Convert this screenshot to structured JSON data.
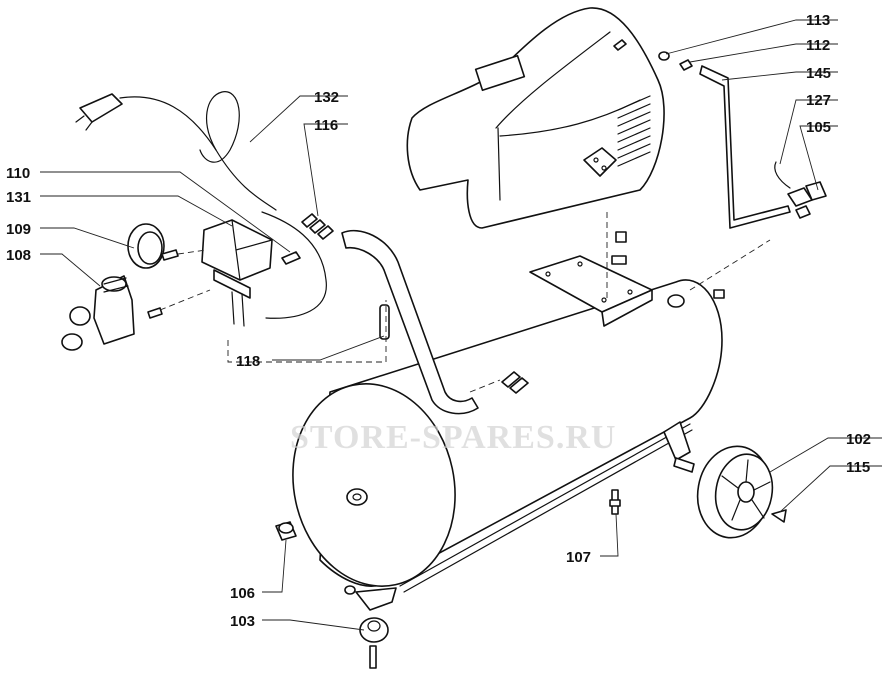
{
  "watermark": "STORE-SPARES.RU",
  "callouts": {
    "c113": "113",
    "c112": "112",
    "c145": "145",
    "c127": "127",
    "c105": "105",
    "c132": "132",
    "c116": "116",
    "c110": "110",
    "c131": "131",
    "c109": "109",
    "c108": "108",
    "c118": "118",
    "c102": "102",
    "c115": "115",
    "c107": "107",
    "c106": "106",
    "c103": "103"
  }
}
